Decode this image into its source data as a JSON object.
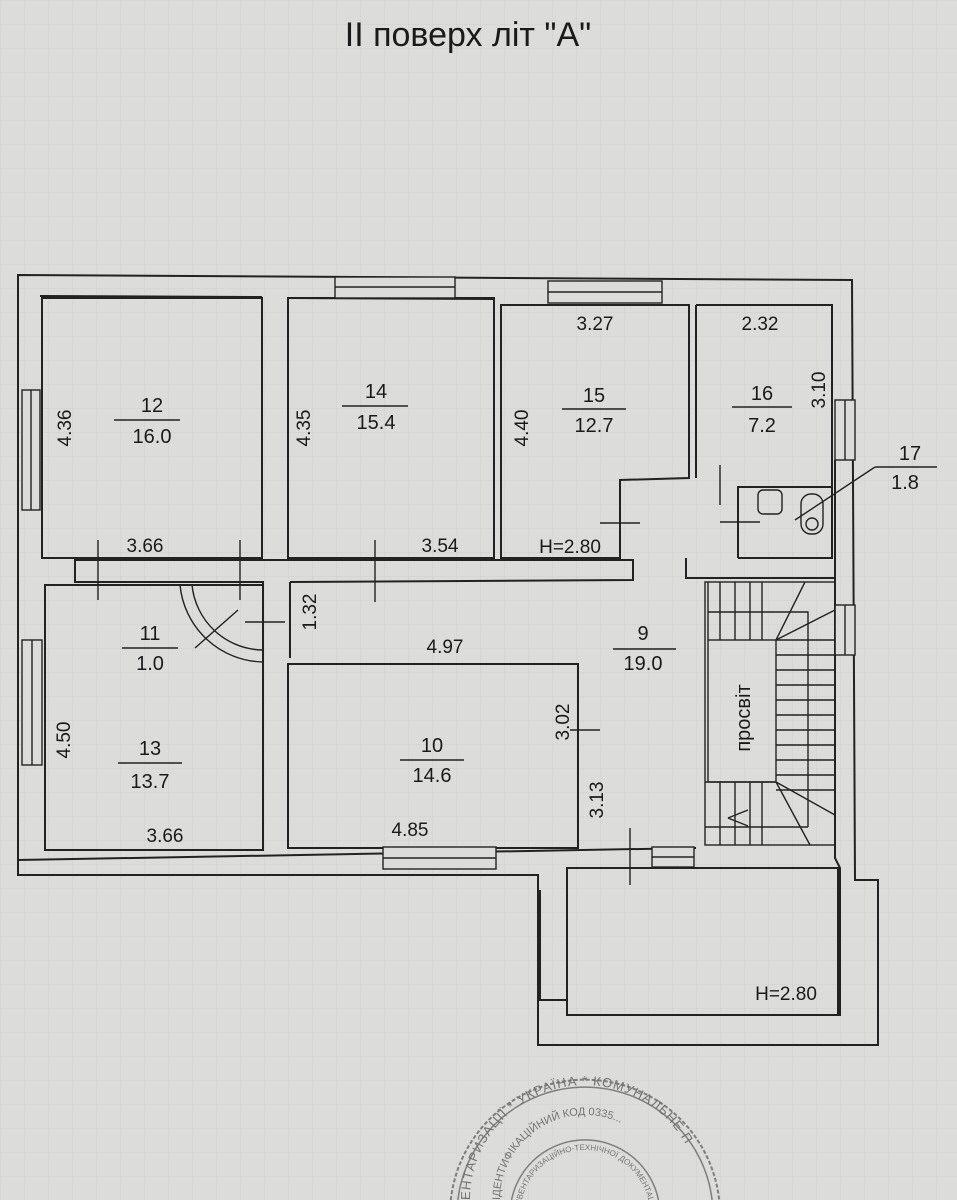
{
  "title": "II поверх літ \"А\"",
  "rooms": [
    {
      "number": "12",
      "area": "16.0"
    },
    {
      "number": "14",
      "area": "15.4"
    },
    {
      "number": "15",
      "area": "12.7"
    },
    {
      "number": "16",
      "area": "7.2"
    },
    {
      "number": "17",
      "area": "1.8"
    },
    {
      "number": "11",
      "area": "1.0"
    },
    {
      "number": "9",
      "area": "19.0"
    },
    {
      "number": "13",
      "area": "13.7"
    },
    {
      "number": "10",
      "area": "14.6"
    }
  ],
  "dimensions": [
    "4.36",
    "3.66",
    "4.35",
    "3.54",
    "3.27",
    "4.40",
    "2.32",
    "3.10",
    "1.32",
    "4.97",
    "4.50",
    "3.66",
    "3.02",
    "3.13",
    "4.85"
  ],
  "heights": [
    "H=2.80",
    "H=2.80"
  ],
  "opening_label": "просвіт",
  "stamp_text": [
    "ЕНТАРИЗАЦІЇ * УКРАЇНА * КОМУНАЛЬНЕ П",
    "ІНВЕНТАРИЗАЦІЙНО-ТЕХНІЧНОЇ ДОКУМЕНТАЦІЇ",
    "ІДЕНТИФІКАЦІЙНИЙ КОД 0335..."
  ]
}
